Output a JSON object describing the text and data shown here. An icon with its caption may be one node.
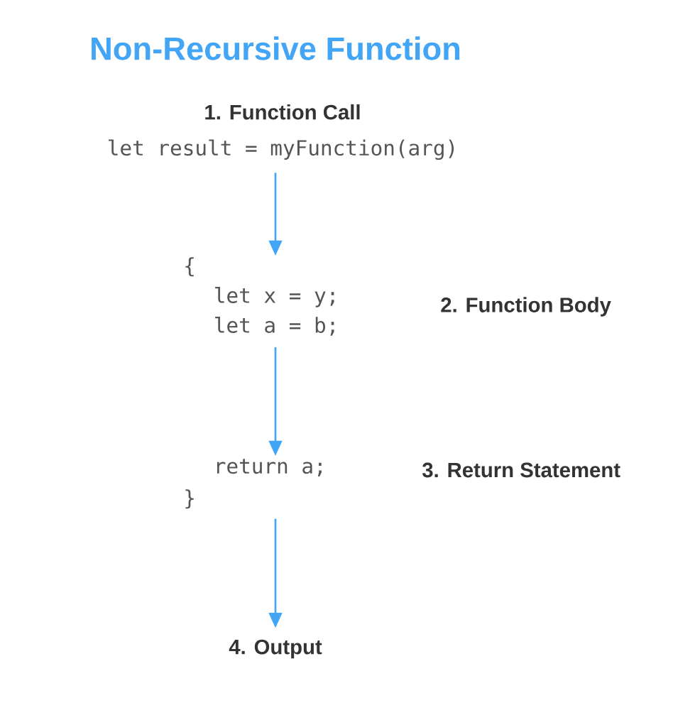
{
  "diagram": {
    "title": "Non-Recursive Function",
    "nodes": [
      {
        "text": [
          "1. Function Call",
          "let result = myFunction(arg)"
        ]
      },
      {
        "text": [
          "{",
          "let x = y;",
          "let a = b;"
        ]
      },
      {
        "text": [
          "return a;",
          "}"
        ]
      },
      {
        "text": [
          "4. Output"
        ]
      }
    ],
    "edges": [
      {
        "from": 0,
        "to": 1,
        "arrow": "to"
      },
      {
        "from": 1,
        "to": 2,
        "arrow": "to"
      },
      {
        "from": 2,
        "to": 3,
        "arrow": "to"
      }
    ],
    "labels": [
      "2. Function Body",
      "3. Return Statement"
    ]
  }
}
